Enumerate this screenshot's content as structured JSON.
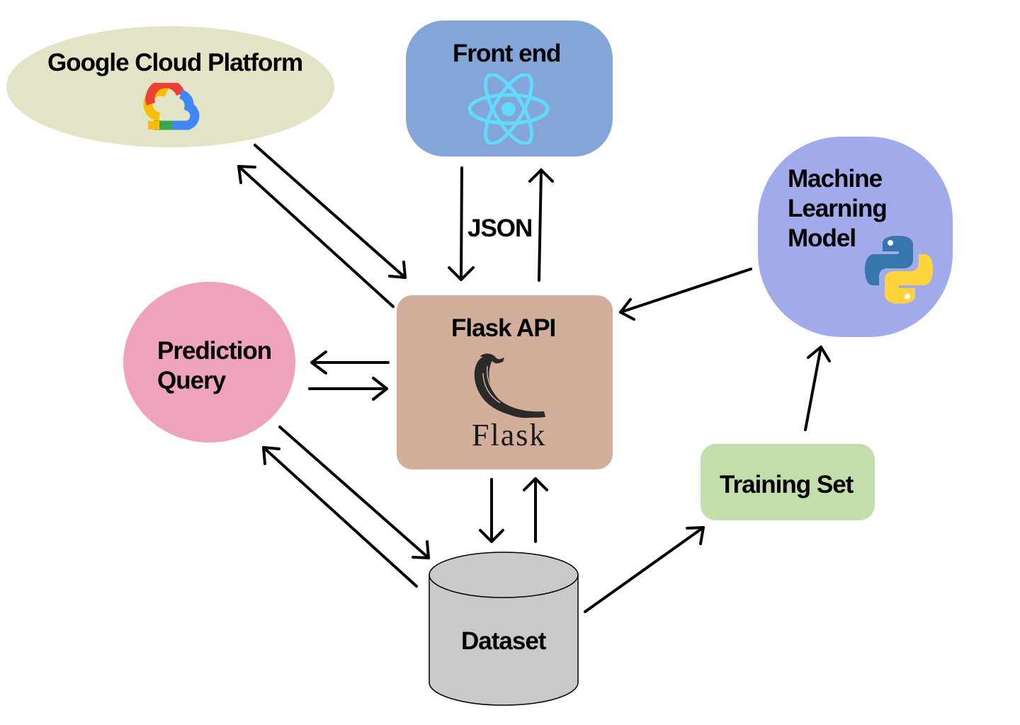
{
  "nodes": {
    "gcp": {
      "label": "Google Cloud Platform",
      "icon": "google-cloud-icon"
    },
    "frontend": {
      "label": "Front end",
      "icon": "react-icon"
    },
    "ml_model": {
      "label_lines": [
        "Machine",
        "Learning",
        "Model"
      ],
      "icon": "python-icon"
    },
    "prediction_query": {
      "label_lines": [
        "Prediction",
        "Query"
      ]
    },
    "flask_api": {
      "label": "Flask API",
      "logo_text": "Flask",
      "icon": "flask-horn-icon"
    },
    "training_set": {
      "label": "Training Set"
    },
    "dataset": {
      "label": "Dataset",
      "shape": "cylinder"
    }
  },
  "edge_labels": {
    "json": "JSON"
  },
  "edges": [
    {
      "from": "gcp",
      "to": "flask_api"
    },
    {
      "from": "flask_api",
      "to": "gcp"
    },
    {
      "from": "frontend",
      "to": "flask_api",
      "label": "JSON"
    },
    {
      "from": "flask_api",
      "to": "frontend"
    },
    {
      "from": "ml_model",
      "to": "flask_api"
    },
    {
      "from": "flask_api",
      "to": "prediction_query"
    },
    {
      "from": "prediction_query",
      "to": "flask_api"
    },
    {
      "from": "prediction_query",
      "to": "dataset"
    },
    {
      "from": "dataset",
      "to": "prediction_query"
    },
    {
      "from": "flask_api",
      "to": "dataset"
    },
    {
      "from": "dataset",
      "to": "flask_api"
    },
    {
      "from": "dataset",
      "to": "training_set"
    },
    {
      "from": "training_set",
      "to": "ml_model"
    }
  ],
  "colors": {
    "gcp_fill": "#e3e3c6",
    "frontend_fill": "#83a5d8",
    "ml_fill": "#a1aaea",
    "prediction_fill": "#eea2bb",
    "flask_fill": "#d3af9b",
    "training_fill": "#c2deab",
    "dataset_fill": "#c9c9c9",
    "react_icon": "#61dafb",
    "python_blue": "#3776ab",
    "python_yellow": "#ffd43b",
    "arrow": "#000000"
  }
}
